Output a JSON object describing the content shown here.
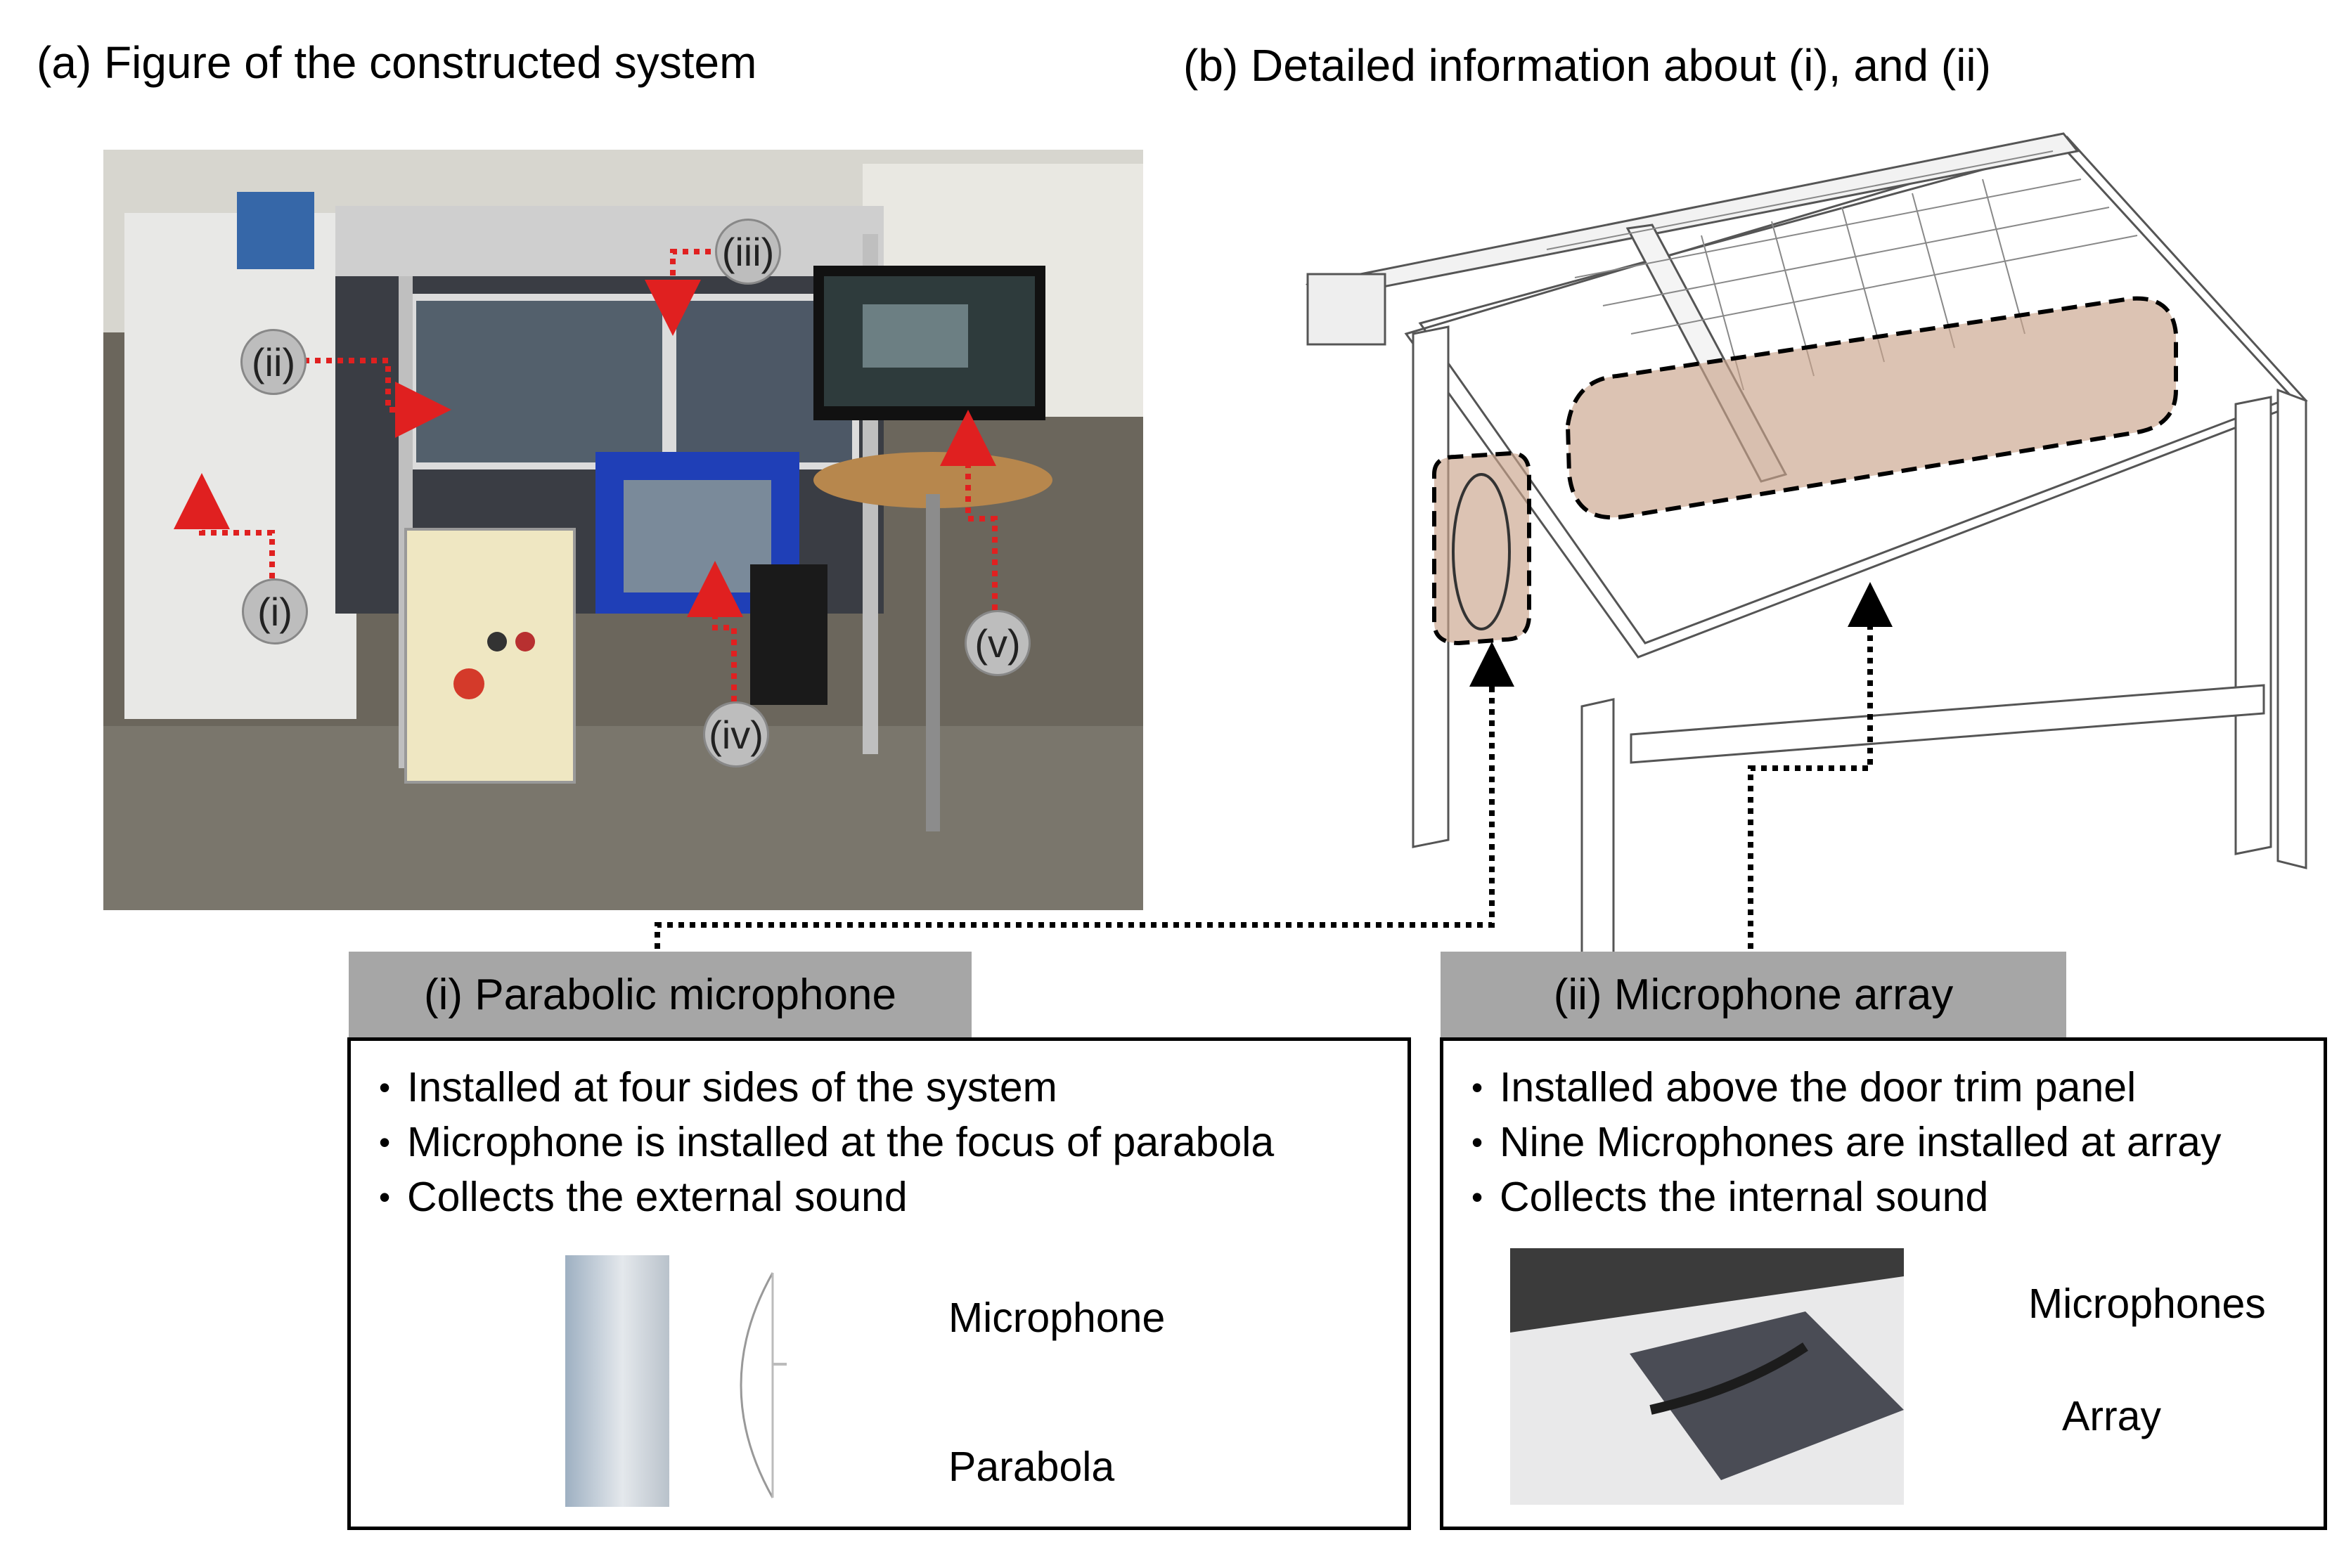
{
  "panel_a": {
    "title": "(a) Figure of the constructed system",
    "callouts": [
      "(i)",
      "(ii)",
      "(iii)",
      "(iv)",
      "(v)"
    ]
  },
  "panel_b": {
    "title": "(b) Detailed information about (i), and (ii)"
  },
  "box_i": {
    "header": "(i) Parabolic microphone",
    "bullets": [
      "Installed at four sides of the system",
      "Microphone is installed at the focus of parabola",
      "Collects the external sound"
    ],
    "labels": {
      "microphone": "Microphone",
      "parabola": "Parabola"
    }
  },
  "box_ii": {
    "header": "(ii) Microphone array",
    "bullets": [
      "Installed above the door trim panel",
      "Nine Microphones are installed at array",
      "Collects the internal sound"
    ],
    "labels": {
      "microphones": "Microphones",
      "array": "Array"
    }
  },
  "colors": {
    "callout_arrow": "#e02020",
    "header_fill": "#a6a6a6",
    "highlight": "#c9a38a"
  }
}
